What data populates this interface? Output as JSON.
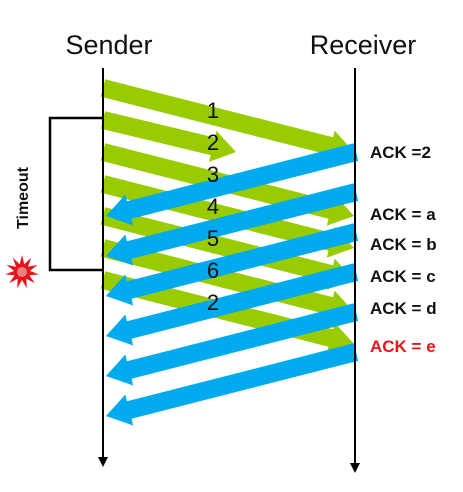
{
  "sender_label": "Sender",
  "receiver_label": "Receiver",
  "timeout_label": "Timeout",
  "colors": {
    "data_arrow": "#99cc00",
    "ack_arrow": "#00aaee",
    "ack_highlight": "#e8141b",
    "timeline": "#000000",
    "burst": "#e8141b"
  },
  "data_packets": [
    {
      "label": "1",
      "lost": false
    },
    {
      "label": "2",
      "lost": true
    },
    {
      "label": "3",
      "lost": false
    },
    {
      "label": "4",
      "lost": false
    },
    {
      "label": "5",
      "lost": false
    },
    {
      "label": "6",
      "lost": false
    },
    {
      "label": "2",
      "lost": false
    }
  ],
  "acks": [
    {
      "label": "ACK =2",
      "highlight": false
    },
    {
      "label": "ACK = a",
      "highlight": false
    },
    {
      "label": "ACK = b",
      "highlight": false
    },
    {
      "label": "ACK = c",
      "highlight": false
    },
    {
      "label": "ACK = d",
      "highlight": false
    },
    {
      "label": "ACK = e",
      "highlight": true
    }
  ],
  "timeout_icon": "explosion-burst-icon"
}
